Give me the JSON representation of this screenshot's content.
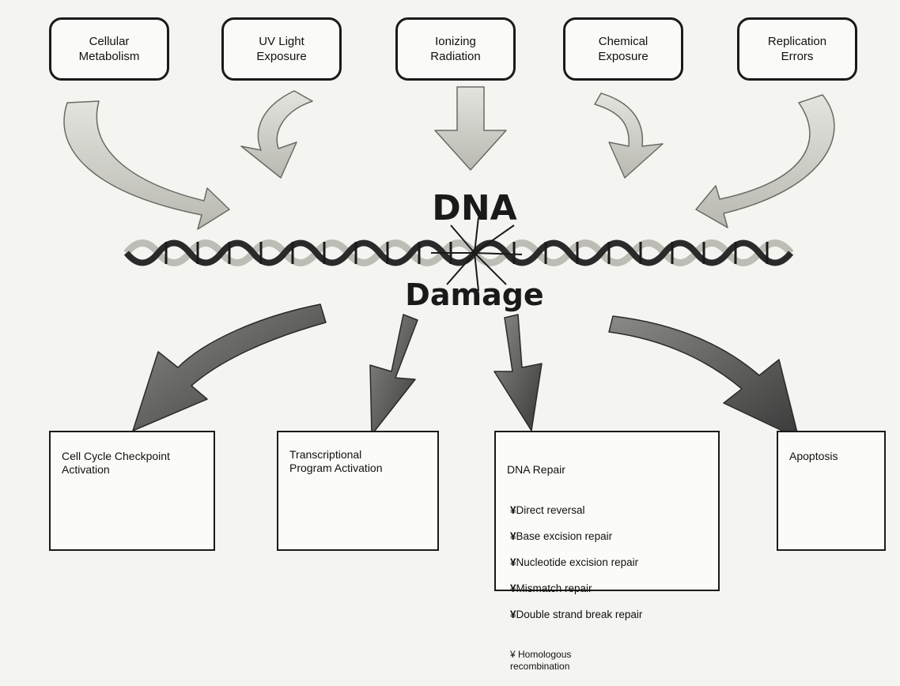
{
  "causes": [
    {
      "label": "Cellular\nMetabolism"
    },
    {
      "label": "UV Light\nExposure"
    },
    {
      "label": "Ionizing\nRadiation"
    },
    {
      "label": "Chemical\nExposure"
    },
    {
      "label": "Replication\nErrors"
    }
  ],
  "center": {
    "title_top": "DNA",
    "title_bottom": "Damage"
  },
  "outcomes": {
    "checkpoint": "Cell Cycle Checkpoint\nActivation",
    "transcription": "Transcriptional\nProgram Activation",
    "repair": {
      "title": "DNA Repair",
      "items": [
        "Direct reversal",
        "Base excision repair",
        "Nucleotide excision repair",
        "Mismatch repair",
        "Double strand break repair"
      ],
      "sub_item": "¥      Homologous\nrecombination"
    },
    "apoptosis": "Apoptosis"
  },
  "colors": {
    "arrow_light": "#cfcfc8",
    "arrow_dark": "#555555",
    "helix_dark": "#2a2a2a",
    "helix_light": "#bdbdb6"
  }
}
